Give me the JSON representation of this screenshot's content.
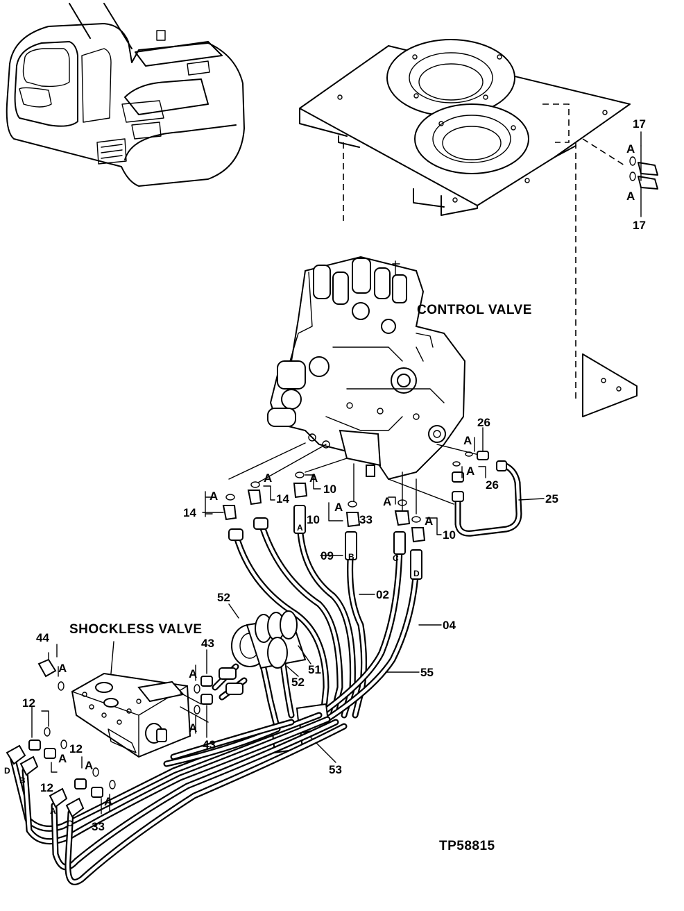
{
  "figure_id": "TP58815",
  "captions": {
    "control_valve": "CONTROL VALVE",
    "shockless_valve": "SHOCKLESS VALVE"
  },
  "callouts": {
    "c17a": "17",
    "c17b": "17",
    "c26a": "26",
    "c26b": "26",
    "c25": "25",
    "c14a": "14",
    "c14b": "14",
    "c10a": "10",
    "c10b": "10",
    "c10c": "10",
    "c33a": "33",
    "c33b": "33",
    "c09": "09",
    "c02": "02",
    "c04": "04",
    "c52a": "52",
    "c52b": "52",
    "c51": "51",
    "c55": "55",
    "c44": "44",
    "c43a": "43",
    "c43b": "43",
    "c12a": "12",
    "c12b": "12",
    "c12c": "12",
    "c53": "53"
  },
  "port_letters": {
    "a": "A",
    "b": "B",
    "c": "C",
    "d": "D"
  },
  "oring_letter": "A"
}
